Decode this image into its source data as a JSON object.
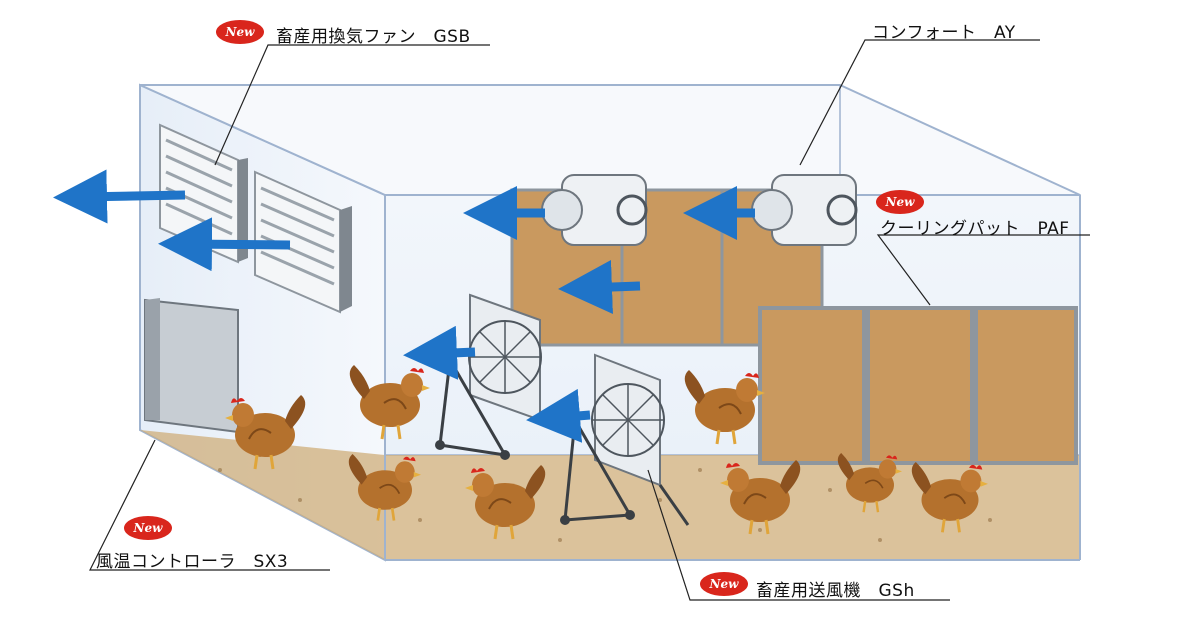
{
  "badge_text": "New",
  "labels": {
    "exhaust_fan": "畜産用換気ファン　GSB",
    "comfort": "コンフォート　AY",
    "cooling_pad": "クーリングパット　PAF",
    "controller": "風温コントローラ　SX3",
    "blower": "畜産用送風機　GSh"
  },
  "colors": {
    "arrow": "#1f74c8",
    "badge": "#d9261c",
    "pad": "#c9995f",
    "room_line": "#9fb3cf",
    "floor": "#cfae7a",
    "chicken": "#b4712d"
  }
}
